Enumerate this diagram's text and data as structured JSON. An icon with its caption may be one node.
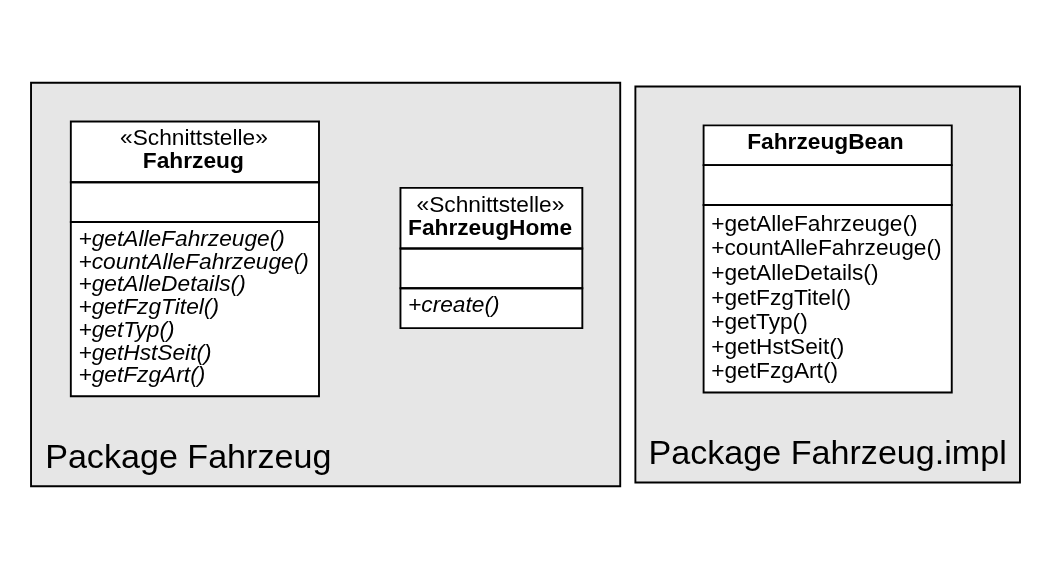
{
  "diagram": {
    "nodes": [
      {
        "text": [
          "Package Fahrzeug"
        ]
      },
      {
        "text": [
          "«Schnittstelle»",
          "FahrzeugHome",
          "+create()"
        ],
        "in": 0
      },
      {
        "text": [
          "«Schnittstelle»",
          "Fahrzeug",
          "+getAlleFahrzeuge()",
          "+countAlleFahrzeuge()",
          "+getAlleDetails()",
          "+getFzgTitel()",
          "+getTyp()",
          "+getHstSeit()",
          "+getFzgArt()"
        ],
        "in": 0
      },
      {
        "text": [
          "Package Fahrzeug.impl"
        ]
      },
      {
        "text": [
          "FahrzeugBean",
          "+getAlleFahrzeuge()",
          "+countAlleFahrzeuge()",
          "+getAlleDetails()",
          "+getFzgTitel()",
          "+getTyp()",
          "+getHstSeit()",
          "+getFzgArt()"
        ],
        "in": 3
      }
    ],
    "edges": []
  }
}
